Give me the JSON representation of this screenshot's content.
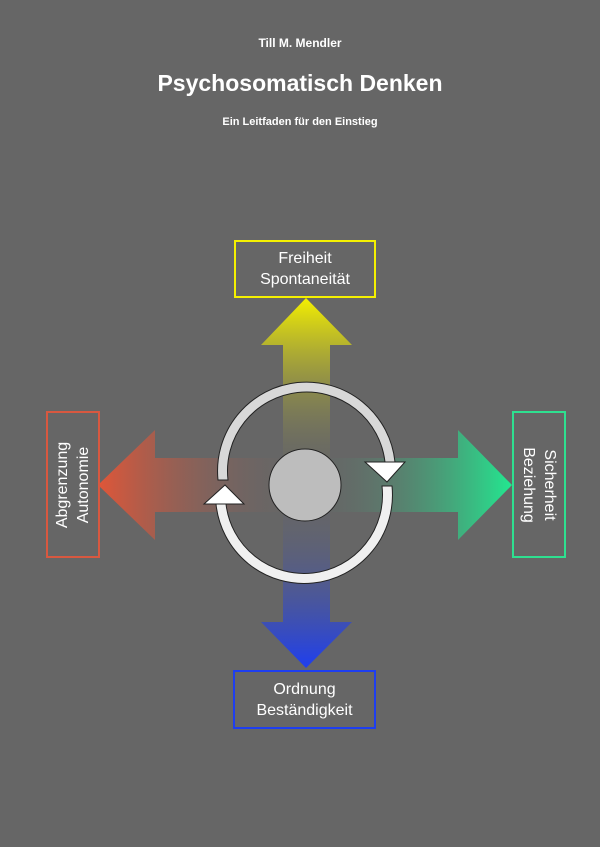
{
  "author": "Till M. Mendler",
  "title": "Psychosomatisch Denken",
  "subtitle": "Ein Leitfaden für den Einstieg",
  "diagram": {
    "top": {
      "line1": "Freiheit",
      "line2": "Spontaneität",
      "color": "#f4f000"
    },
    "bottom": {
      "line1": "Ordnung",
      "line2": "Beständigkeit",
      "color": "#1e3ef0"
    },
    "left": {
      "line1": "Abgrenzung",
      "line2": "Autonomie",
      "color": "#d85840"
    },
    "right": {
      "line1": "Sicherheit",
      "line2": "Beziehung",
      "color": "#2ee090"
    }
  }
}
